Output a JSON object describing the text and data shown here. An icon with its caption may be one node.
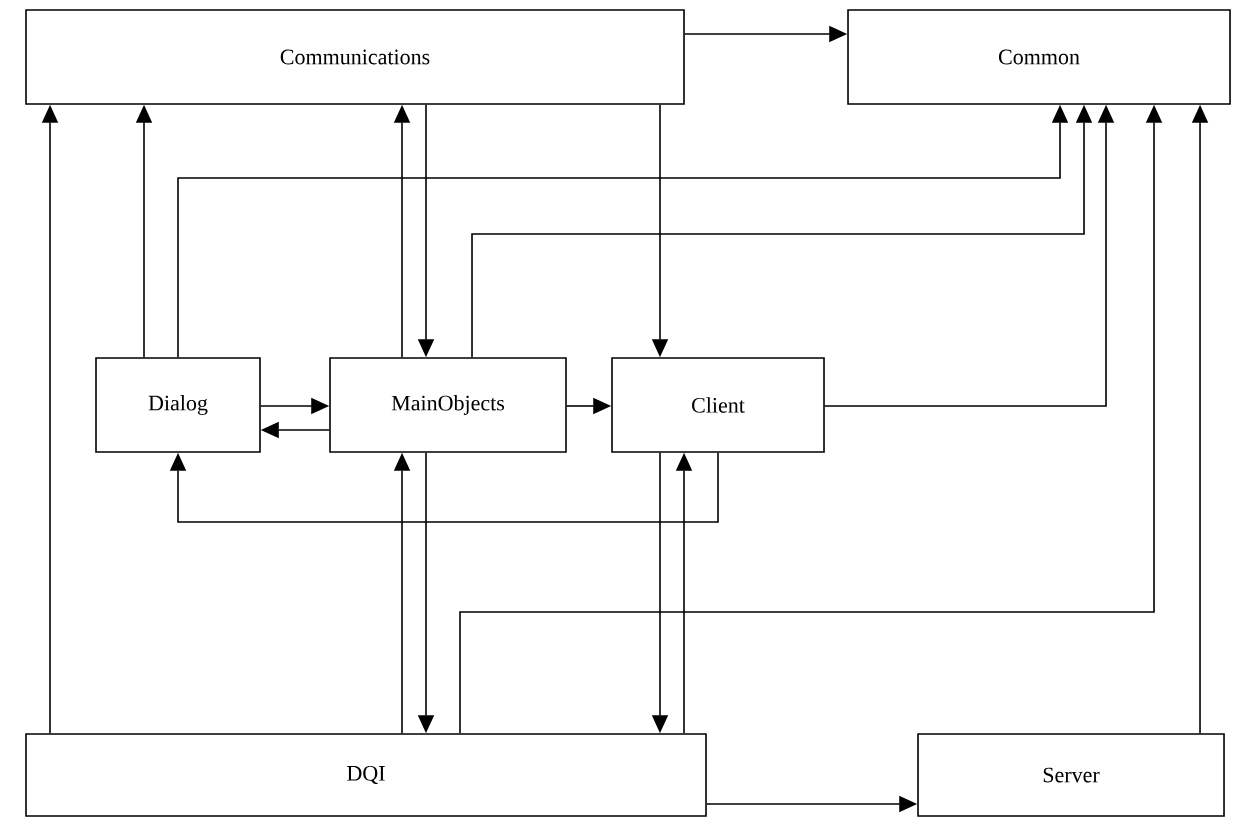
{
  "diagram": {
    "nodes": [
      {
        "text": [
          "Communications"
        ]
      },
      {
        "text": [
          "Common"
        ]
      },
      {
        "text": [
          "Dialog"
        ]
      },
      {
        "text": [
          "MainObjects"
        ]
      },
      {
        "text": [
          "Client"
        ]
      },
      {
        "text": [
          "DQI"
        ]
      },
      {
        "text": [
          "Server"
        ]
      }
    ],
    "edges": [
      {
        "from": 0,
        "to": 1,
        "arrow": "to"
      },
      {
        "from": 5,
        "to": 0,
        "arrow": "to"
      },
      {
        "from": 2,
        "to": 0,
        "arrow": "to"
      },
      {
        "from": 2,
        "to": 1,
        "arrow": "to"
      },
      {
        "from": 3,
        "to": 0,
        "arrow": "to"
      },
      {
        "from": 0,
        "to": 3,
        "arrow": "to"
      },
      {
        "from": 3,
        "to": 1,
        "arrow": "to"
      },
      {
        "from": 0,
        "to": 4,
        "arrow": "to"
      },
      {
        "from": 4,
        "to": 1,
        "arrow": "to"
      },
      {
        "from": 5,
        "to": 1,
        "arrow": "to"
      },
      {
        "from": 6,
        "to": 1,
        "arrow": "to"
      },
      {
        "from": 2,
        "to": 3,
        "arrow": "to"
      },
      {
        "from": 3,
        "to": 2,
        "arrow": "to"
      },
      {
        "from": 3,
        "to": 4,
        "arrow": "to"
      },
      {
        "from": 4,
        "to": 2,
        "arrow": "to"
      },
      {
        "from": 5,
        "to": 3,
        "arrow": "to"
      },
      {
        "from": 3,
        "to": 5,
        "arrow": "to"
      },
      {
        "from": 4,
        "to": 5,
        "arrow": "to"
      },
      {
        "from": 5,
        "to": 4,
        "arrow": "to"
      },
      {
        "from": 5,
        "to": 6,
        "arrow": "to"
      }
    ]
  }
}
